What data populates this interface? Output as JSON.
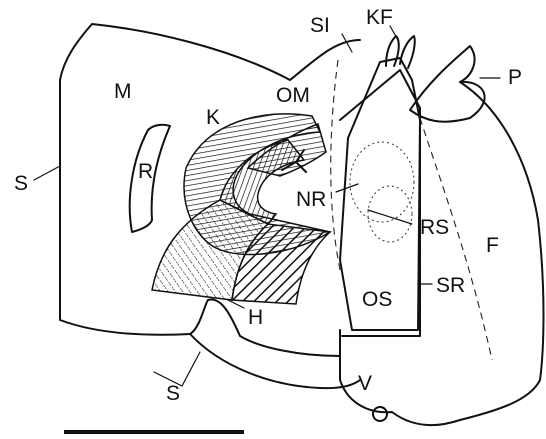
{
  "labels": {
    "S_left": "S",
    "M": "M",
    "R": "R",
    "K": "K",
    "OM": "OM",
    "SI": "SI",
    "KF": "KF",
    "P": "P",
    "NR": "NR",
    "RS": "RS",
    "F": "F",
    "OS": "OS",
    "SR": "SR",
    "H": "H",
    "S_bottom": "S",
    "V": "V"
  },
  "colors": {
    "ink": "#111111",
    "background": "#ffffff"
  }
}
